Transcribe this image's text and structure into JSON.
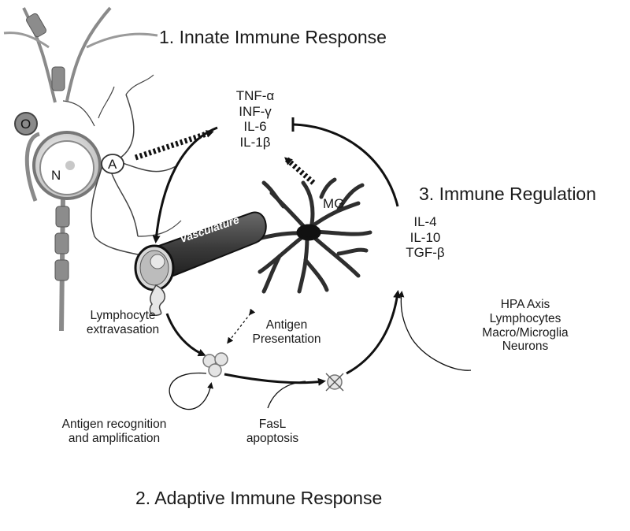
{
  "titles": {
    "innate": "1. Innate Immune Response",
    "adaptive": "2. Adaptive Immune Response",
    "regulation": "3. Immune Regulation"
  },
  "cytokines_innate": [
    "TNF-α",
    "INF-γ",
    "IL-6",
    "IL-1β"
  ],
  "cytokines_regulatory": [
    "IL-4",
    "IL-10",
    "TGF-β"
  ],
  "regulators": [
    "HPA Axis",
    "Lymphocytes",
    "Macro/Microglia",
    "Neurons"
  ],
  "cells": {
    "oligodendrocyte": "O",
    "neuron_nucleus": "N",
    "astrocyte": "A",
    "microglia": "MG"
  },
  "vasculature": "Vasculature",
  "steps": {
    "extravasation": [
      "Lymphocyte",
      "extravasation"
    ],
    "antigen_presentation": [
      "Antigen",
      "Presentation"
    ],
    "recognition": [
      "Antigen recognition",
      "and amplification"
    ],
    "apoptosis": [
      "FasL",
      "apoptosis"
    ]
  }
}
